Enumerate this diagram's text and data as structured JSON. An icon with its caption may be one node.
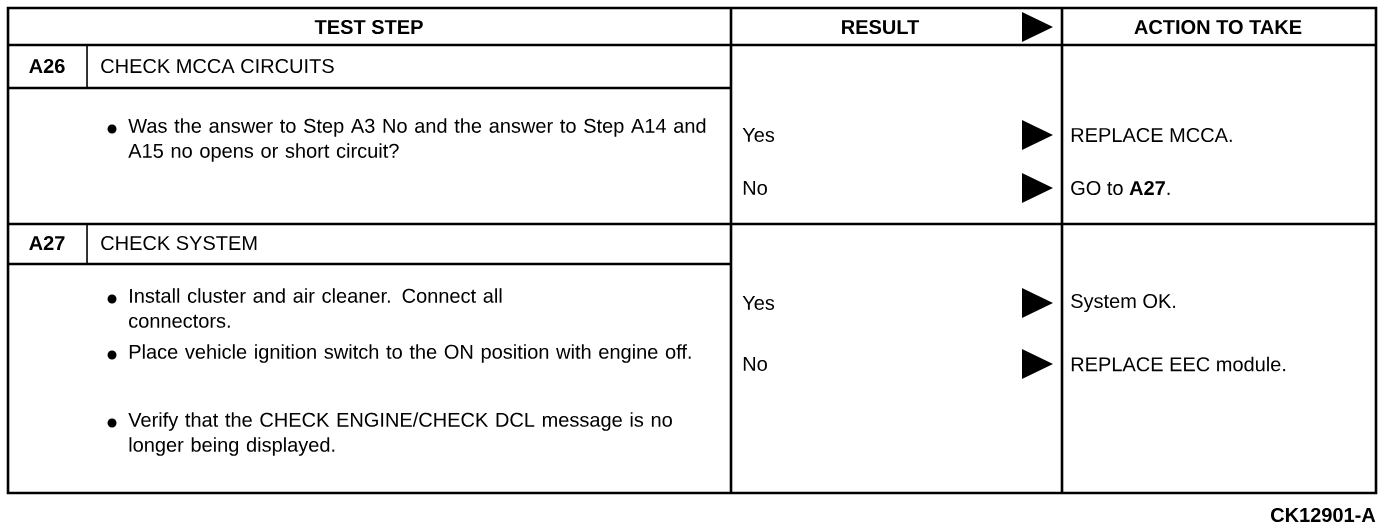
{
  "diagram": {
    "labels": [
      "TEST STEP",
      "RESULT",
      "ACTION TO TAKE",
      "A26",
      "CHECK MCCA CIRCUITS",
      "Was the answer to Step A3 No and the answer to Step A14 and A15 no opens or short circuit?",
      "Yes",
      "REPLACE MCCA.",
      "No",
      "GO to **A27**.",
      "A27",
      "CHECK SYSTEM",
      "Install cluster and air cleaner. Connect all connectors.",
      "Yes",
      "System OK.",
      "Place vehicle ignition switch to the ON position with engine off.",
      "No",
      "REPLACE EEC module.",
      "Verify that the CHECK ENGINE/CHECK DCL message is no longer being displayed.",
      "CK12901-A"
    ]
  }
}
